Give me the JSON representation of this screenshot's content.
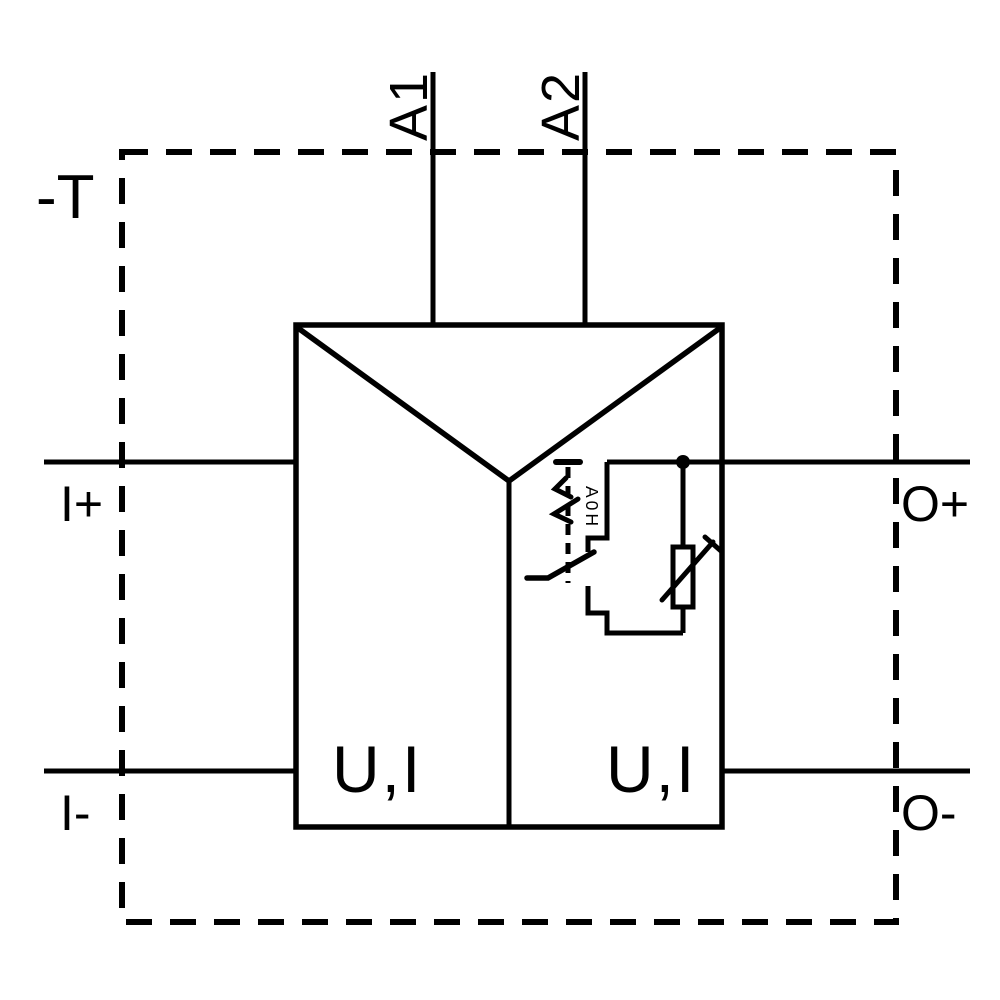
{
  "colors": {
    "ink": "#000000",
    "background": "#ffffff"
  },
  "diagram": {
    "device_tag": "-T",
    "top_terminals": [
      {
        "label": "A1"
      },
      {
        "label": "A2"
      }
    ],
    "input_terminals": [
      {
        "label": "I+"
      },
      {
        "label": "I-"
      }
    ],
    "output_terminals": [
      {
        "label": "O+"
      },
      {
        "label": "O-"
      }
    ],
    "sections": {
      "input_label": "U,I",
      "output_label": "U,I"
    },
    "adjuster_label": "A0H"
  }
}
